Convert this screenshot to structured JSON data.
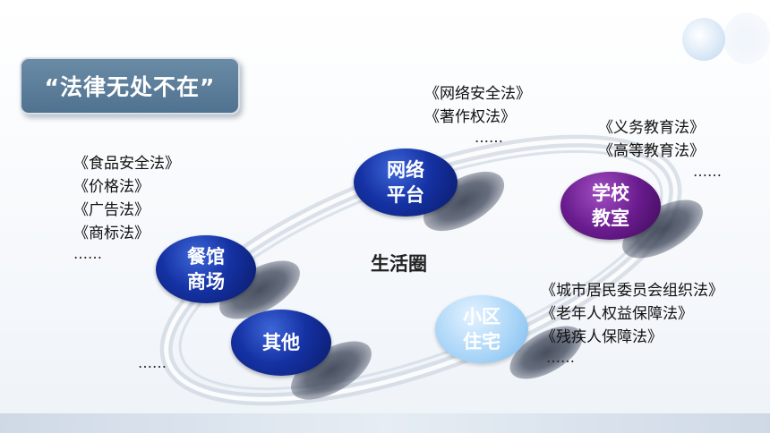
{
  "title": "“法律无处不在”",
  "center_label": "生活圈",
  "nodes": {
    "network": [
      "网络",
      "平台"
    ],
    "school": [
      "学校",
      "教室"
    ],
    "restaurant": [
      "餐馆",
      "商场"
    ],
    "community": [
      "小区",
      "住宅"
    ],
    "other": [
      "其他"
    ]
  },
  "laws": {
    "network": [
      "《网络安全法》",
      "《著作权法》",
      "……"
    ],
    "school": [
      "《义务教育法》",
      "《高等教育法》",
      "……"
    ],
    "restaurant": [
      "《食品安全法》",
      "《价格法》",
      "《广告法》",
      "《商标法》",
      "……"
    ],
    "community": [
      "《城市居民委员会组织法》",
      "《老年人权益保障法》",
      "《残疾人保障法》",
      "……"
    ],
    "other": [
      "……"
    ]
  },
  "colors": {
    "title_bg": "#5c7f9c",
    "node_blue": "#1532a4",
    "node_purple": "#6a1c8e",
    "node_light": "#a6d3f7"
  }
}
